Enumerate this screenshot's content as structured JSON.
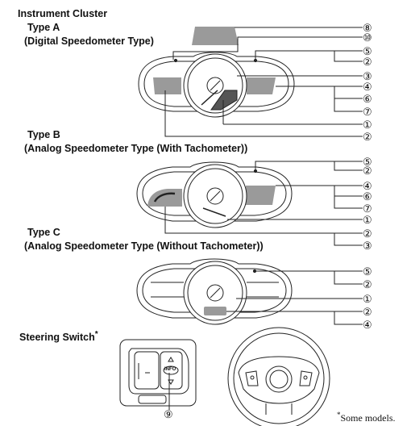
{
  "heading": "Instrument Cluster",
  "type_a": {
    "title": "Type A",
    "subtitle": "(Digital Speedometer Type)",
    "callouts": [
      "⑧",
      "⑩",
      "⑤",
      "②",
      "③",
      "④",
      "⑥",
      "⑦",
      "①",
      "②"
    ]
  },
  "type_b": {
    "title": "Type B",
    "subtitle": "(Analog Speedometer Type (With Tachometer))",
    "callouts": [
      "⑤",
      "②",
      "④",
      "⑥",
      "⑦",
      "①",
      "②",
      "③"
    ]
  },
  "type_c": {
    "title": "Type C",
    "subtitle": "(Analog Speedometer Type (Without Tachometer))",
    "callouts": [
      "⑤",
      "②",
      "①",
      "②",
      "④"
    ]
  },
  "steering": {
    "title": "Steering Switch",
    "asterisk": "*",
    "callout": "⑨",
    "info_label": "INFO"
  },
  "footnote": {
    "asterisk": "*",
    "text": "Some models."
  },
  "colors": {
    "line": "#222222",
    "gray_fill": "#9a9a9a",
    "dark_fill": "#555555"
  }
}
